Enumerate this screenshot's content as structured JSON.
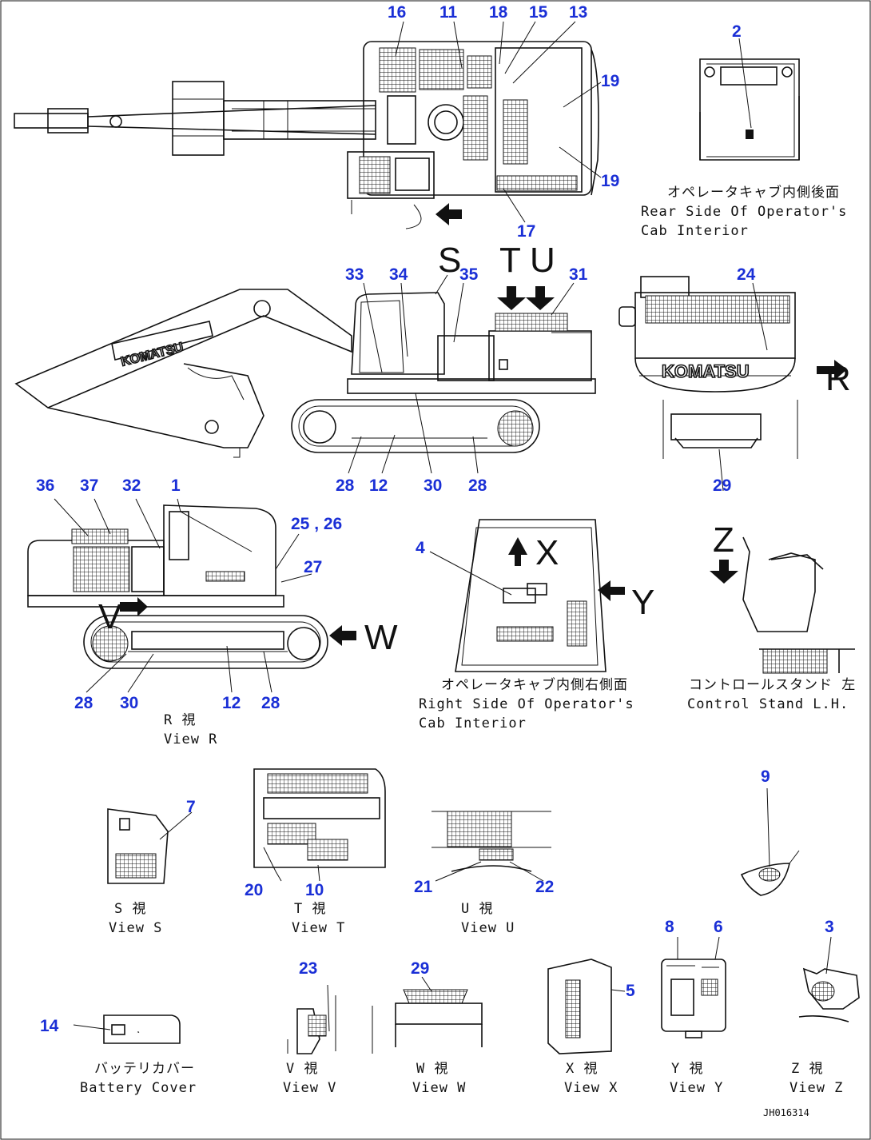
{
  "callouts": {
    "n16": "16",
    "n11": "11",
    "n18": "18",
    "n15": "15",
    "n13": "13",
    "n19a": "19",
    "n19b": "19",
    "n17": "17",
    "n2": "2",
    "n33": "33",
    "n34": "34",
    "n35": "35",
    "n31": "31",
    "n24": "24",
    "n28a": "28",
    "n12a": "12",
    "n30a": "30",
    "n28b": "28",
    "n29a": "29",
    "n36": "36",
    "n37": "37",
    "n32": "32",
    "n1": "1",
    "n25_26": "25 , 26",
    "n27": "27",
    "n4": "4",
    "n28c": "28",
    "n30b": "30",
    "n12b": "12",
    "n28d": "28",
    "n7": "7",
    "n20": "20",
    "n10": "10",
    "n21": "21",
    "n22": "22",
    "n9": "9",
    "n23": "23",
    "n29b": "29",
    "n14": "14",
    "n5": "5",
    "n8": "8",
    "n6": "6",
    "n3": "3"
  },
  "view_letters": {
    "s": "S",
    "t": "T",
    "u": "U",
    "r": "R",
    "x": "X",
    "y": "Y",
    "z": "Z",
    "v": "V",
    "w": "W"
  },
  "captions": {
    "rear_cab_jp": "オペレータキャブ内側後面",
    "rear_cab_en1": "Rear Side Of Operator's",
    "rear_cab_en2": "Cab Interior",
    "right_cab_jp": "オペレータキャブ内側右側面",
    "right_cab_en1": "Right Side Of Operator's",
    "right_cab_en2": "Cab Interior",
    "control_jp": "コントロールスタンド 左",
    "control_en": "Control Stand L.H.",
    "view_r_jp": "R 視",
    "view_r_en": "View R",
    "view_s_jp": "S 視",
    "view_s_en": "View S",
    "view_t_jp": "T 視",
    "view_t_en": "View T",
    "view_u_jp": "U 視",
    "view_u_en": "View U",
    "battery_jp": "バッテリカバー",
    "battery_en": "Battery Cover",
    "view_v_jp": "V 視",
    "view_v_en": "View V",
    "view_w_jp": "W 視",
    "view_w_en": "View W",
    "view_x_jp": "X 視",
    "view_x_en": "View X",
    "view_y_jp": "Y 視",
    "view_y_en": "View Y",
    "view_z_jp": "Z 視",
    "view_z_en": "View Z",
    "drawing_code": "JH016314"
  },
  "logos": {
    "boom": "KOMATSU",
    "counterweight": "KOMATSU"
  }
}
